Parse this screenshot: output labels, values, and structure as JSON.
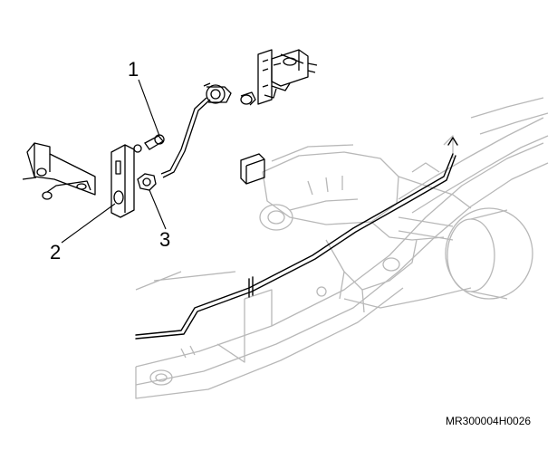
{
  "callouts": {
    "c1": "1",
    "c2": "2",
    "c3": "3"
  },
  "reference_code": "MR300004H0026",
  "colors": {
    "ink": "#000000",
    "ghost": "#b8b8b8",
    "background": "#ffffff"
  }
}
